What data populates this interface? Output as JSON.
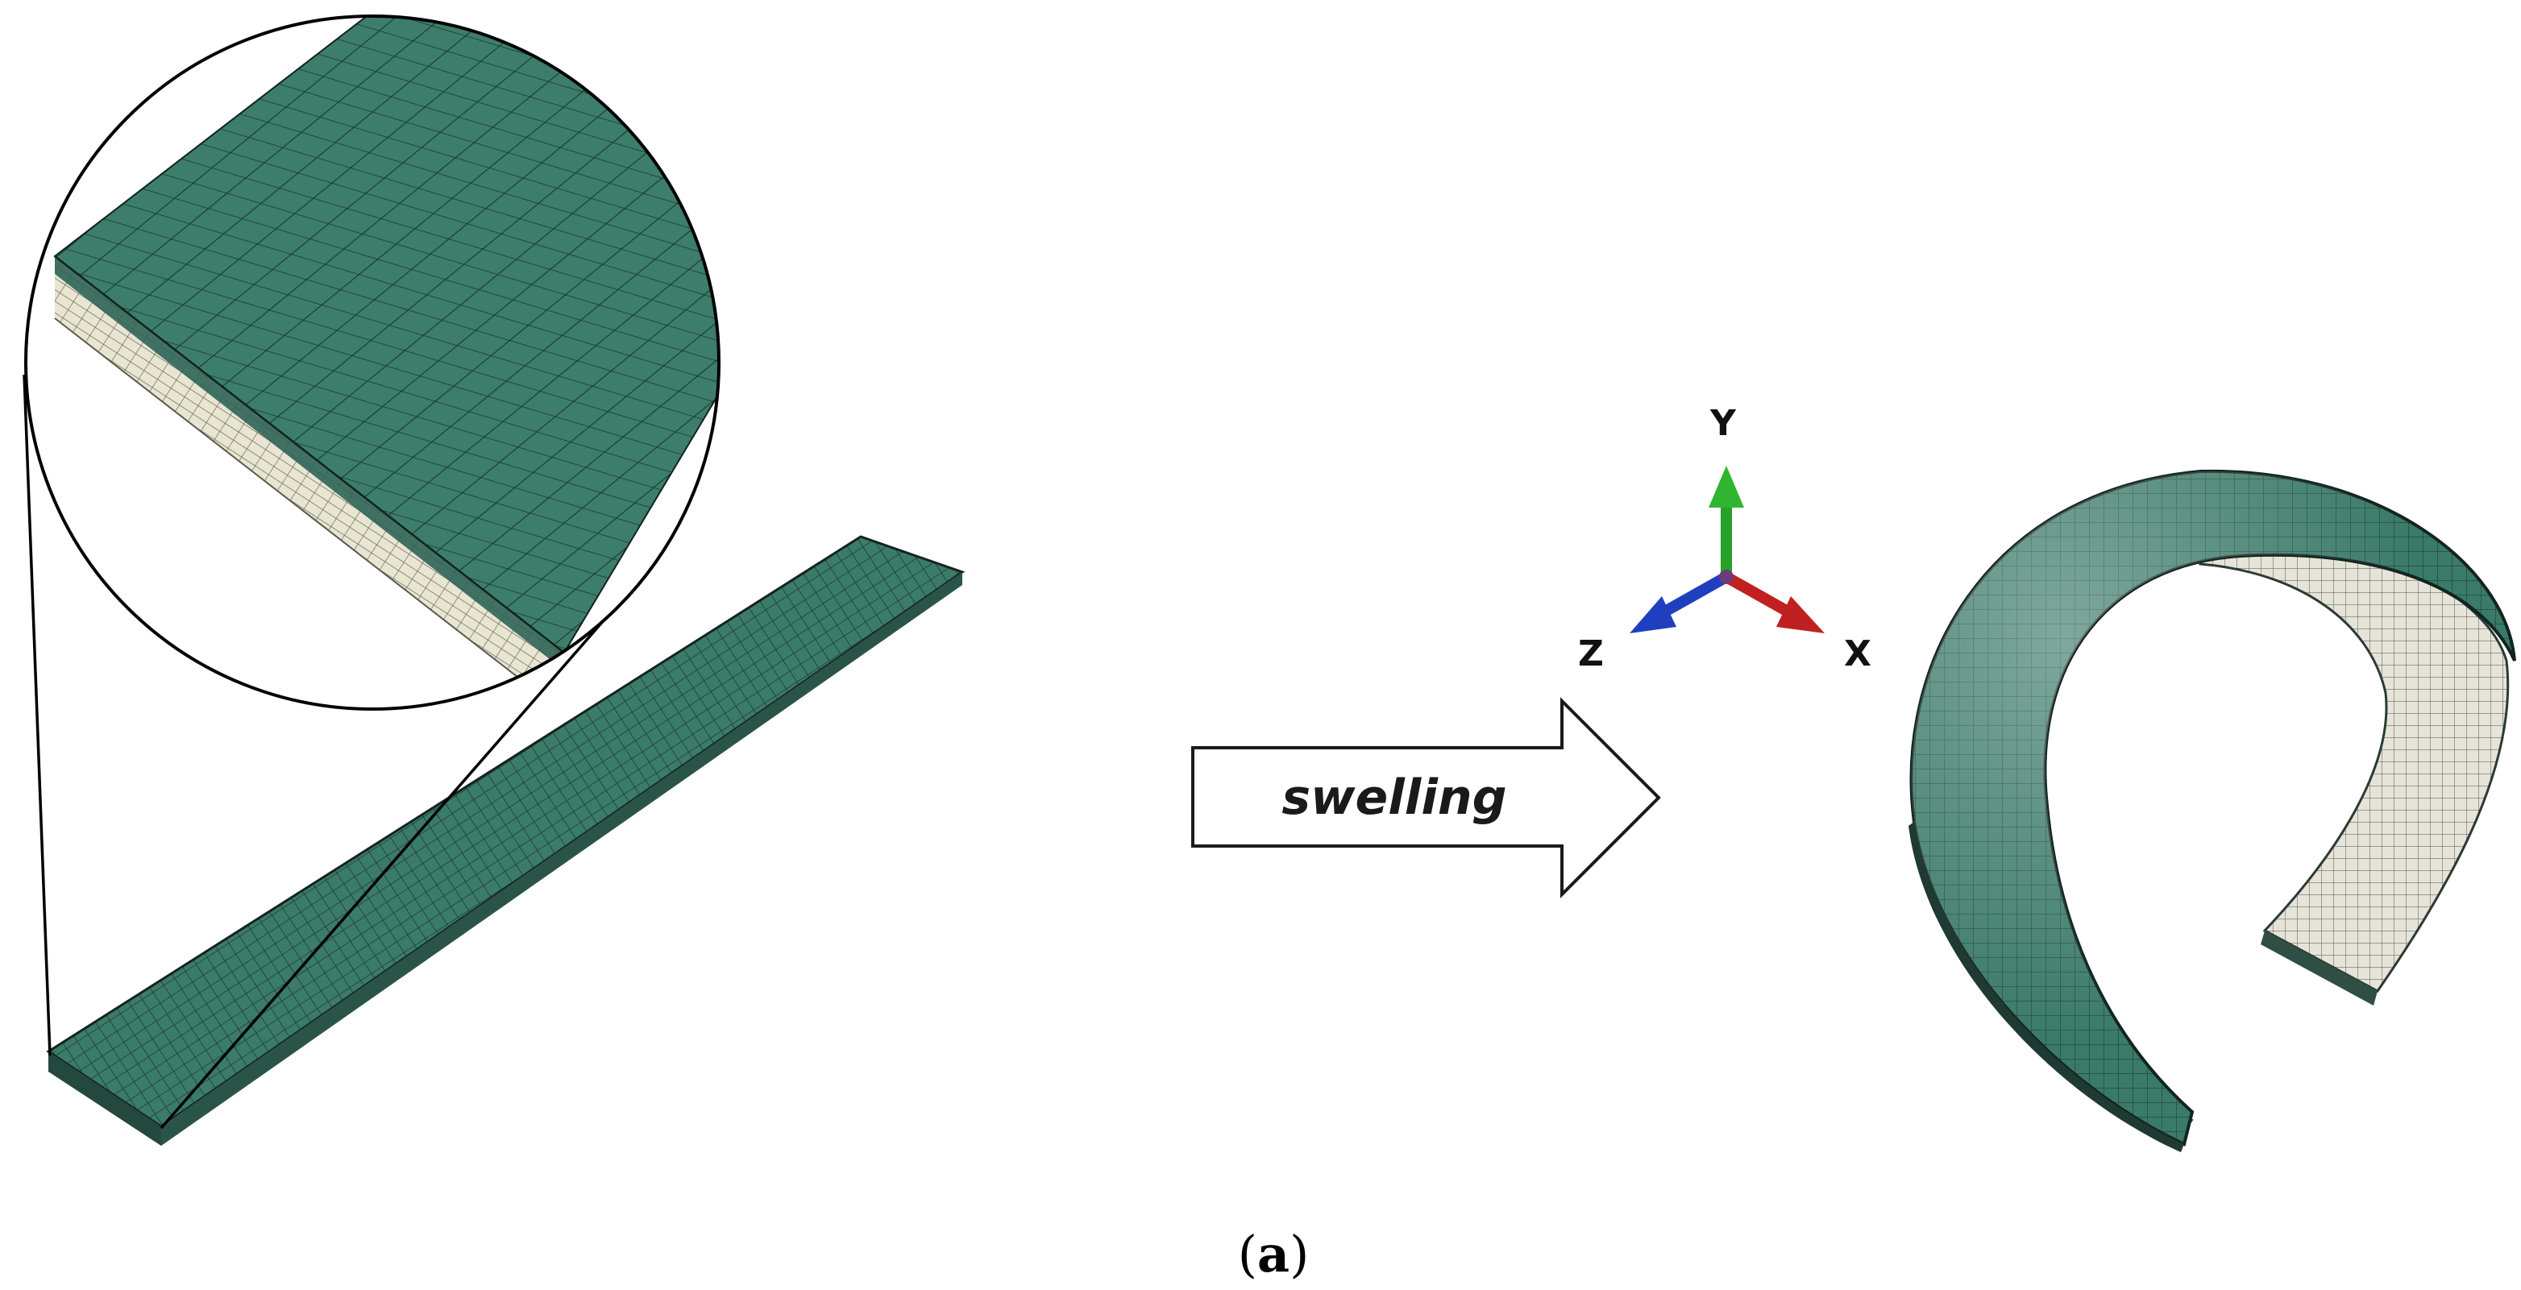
{
  "arrow": {
    "label": "swelling"
  },
  "axes": {
    "y": "Y",
    "z": "Z",
    "x": "X"
  },
  "caption": {
    "open": "(",
    "letter": "a",
    "close": ")"
  },
  "colors": {
    "mesh_green": "#3b7b6a",
    "mesh_line": "#1c3b32",
    "layer_cream": "#e9e5d3",
    "axis_y": "#27a127",
    "axis_z": "#1f3fbf",
    "axis_x": "#c02020"
  }
}
